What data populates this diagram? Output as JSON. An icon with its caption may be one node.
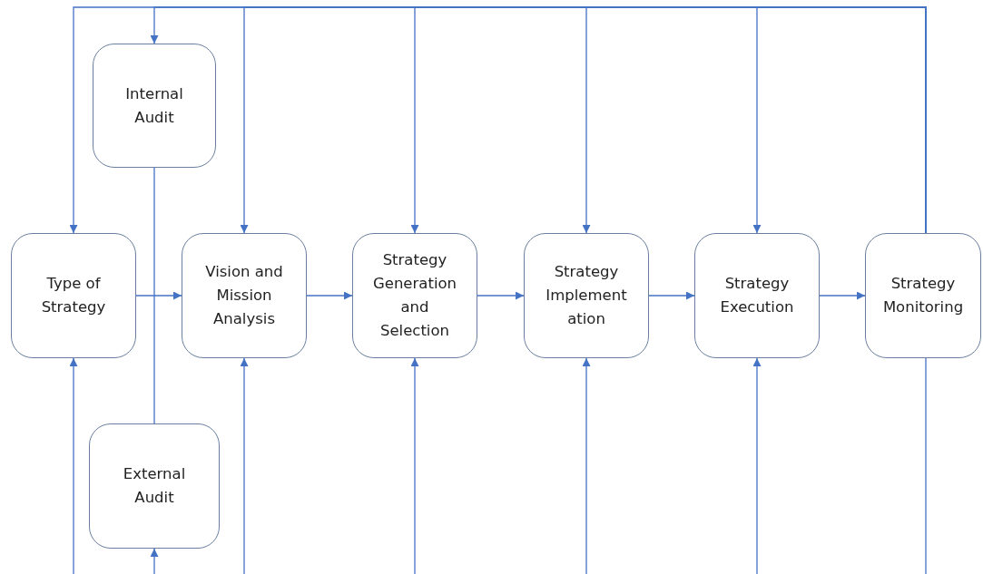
{
  "diagram": {
    "nodes": [
      {
        "text": [
          "Internal Audit"
        ]
      },
      {
        "text": [
          "Type of Strategy"
        ]
      },
      {
        "text": [
          "Vision and Mission Analysis"
        ]
      },
      {
        "text": [
          "Strategy Generation and Selection"
        ]
      },
      {
        "text": [
          "Strategy Implement ation"
        ]
      },
      {
        "text": [
          "Strategy Execution"
        ]
      },
      {
        "text": [
          "Strategy Monitoring"
        ]
      },
      {
        "text": [
          "External Audit"
        ]
      }
    ],
    "edges": [
      {
        "from": 1,
        "to": 2,
        "arrow": "to"
      },
      {
        "from": 2,
        "to": 3,
        "arrow": "to"
      },
      {
        "from": 3,
        "to": 4,
        "arrow": "to"
      },
      {
        "from": 4,
        "to": 5,
        "arrow": "to"
      },
      {
        "from": 5,
        "to": 6,
        "arrow": "to"
      },
      {
        "from": 0,
        "to": 7,
        "arrow": "none"
      },
      {
        "from": 6,
        "to": 1,
        "arrow": "to"
      },
      {
        "from": 6,
        "to": 0,
        "arrow": "to"
      },
      {
        "from": 6,
        "to": 2,
        "arrow": "to"
      },
      {
        "from": 6,
        "to": 3,
        "arrow": "to"
      },
      {
        "from": 6,
        "to": 4,
        "arrow": "to"
      },
      {
        "from": 6,
        "to": 5,
        "arrow": "to"
      },
      {
        "from": null,
        "to": 1,
        "arrow": "to"
      },
      {
        "from": null,
        "to": 7,
        "arrow": "to"
      },
      {
        "from": null,
        "to": 2,
        "arrow": "to"
      },
      {
        "from": null,
        "to": 3,
        "arrow": "to"
      },
      {
        "from": null,
        "to": 4,
        "arrow": "to"
      },
      {
        "from": null,
        "to": 5,
        "arrow": "to"
      },
      {
        "from": 6,
        "to": null,
        "arrow": "none"
      }
    ]
  }
}
